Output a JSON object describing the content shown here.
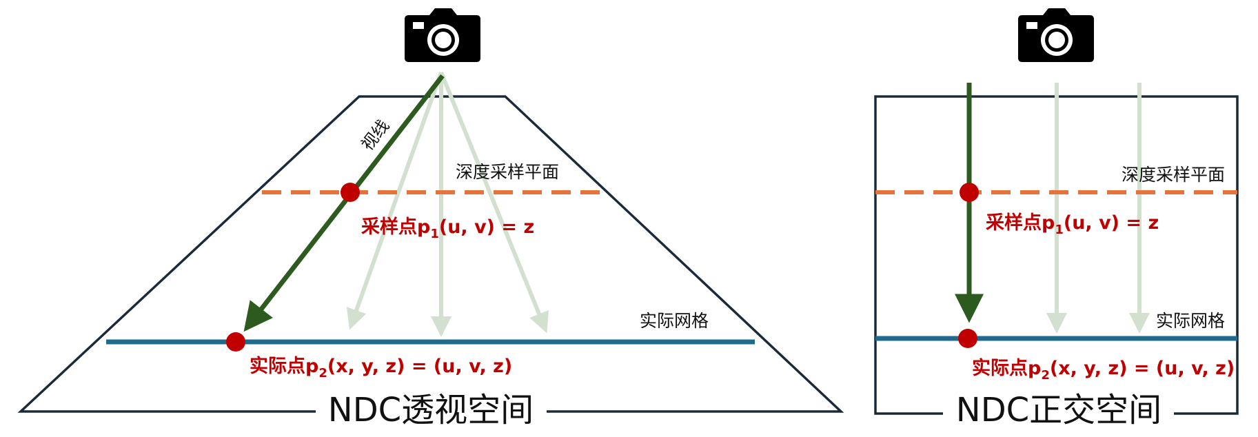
{
  "perspective": {
    "sight_line_label": "视线",
    "depth_plane_label": "深度采样平面",
    "sample_point_label": {
      "prefix": "采样点p",
      "sub": "1",
      "suffix": "(u, v) = z"
    },
    "mesh_label": "实际网格",
    "actual_point_label": {
      "prefix": "实际点p",
      "sub": "2",
      "suffix": "(x, y, z) = (u, v, z)"
    },
    "title": "NDC透视空间"
  },
  "orthographic": {
    "depth_plane_label": "深度采样平面",
    "sample_point_label": {
      "prefix": "采样点p",
      "sub": "1",
      "suffix": "(u, v) = z"
    },
    "mesh_label": "实际网格",
    "actual_point_label": {
      "prefix": "实际点p",
      "sub": "2",
      "suffix": "(x, y, z) = (u, v, z)"
    },
    "title": "NDC正交空间"
  },
  "colors": {
    "frame": "#1a2a3a",
    "sight_line": "#2d5a1e",
    "faded_rays": "#d3e0d0",
    "depth_plane": "#e8733a",
    "mesh": "#1f6b8e",
    "points": "#c00000",
    "point_labels": "#c00000",
    "camera": "#000000"
  },
  "icons": {
    "camera": "camera-icon"
  }
}
